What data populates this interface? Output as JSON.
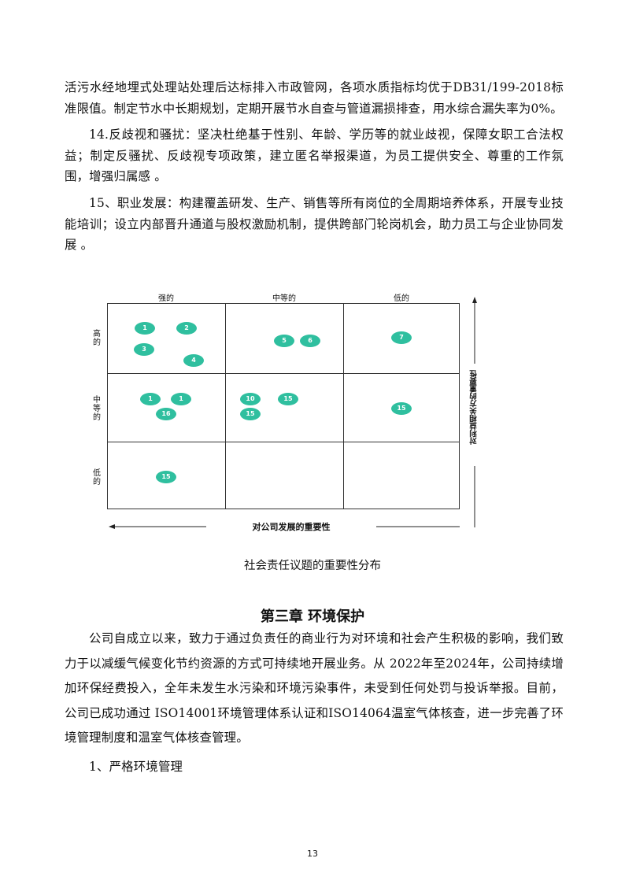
{
  "paragraphs_top": [
    "活污水经地埋式处理站处理后达标排入市政管网，各项水质指标均优于DB31/199-2018标准限值。制定节水中长期规划，定期开展节水自查与管道漏损排查，用水综合漏失率为0%。",
    "14.反歧视和骚扰：坚决杜绝基于性别、年龄、学历等的就业歧视，保障女职工合法权益；制定反骚扰、反歧视专项政策，建立匿名举报渠道，为员工提供安全、尊重的工作氛围，增强归属感 。",
    "15、职业发展：构建覆盖研发、生产、销售等所有岗位的全周期培养体系，开展专业技能培训；设立内部晋升通道与股权激励机制，提供跨部门轮岗机会，助力员工与企业协同发展 。"
  ],
  "chart_data": {
    "type": "scatter",
    "title": "社会责任议题的重要性分布",
    "xlabel": "对公司发展的重要性",
    "ylabel": "对利益相关方的重要性",
    "columns": [
      "强的",
      "中等的",
      "低的"
    ],
    "rows": [
      "高的",
      "中等的",
      "低的"
    ],
    "points": [
      {
        "label": "1",
        "row": "高的",
        "col": "强的"
      },
      {
        "label": "2",
        "row": "高的",
        "col": "强的"
      },
      {
        "label": "3",
        "row": "高的",
        "col": "强的"
      },
      {
        "label": "4",
        "row": "高的",
        "col": "强的"
      },
      {
        "label": "5",
        "row": "高的",
        "col": "中等的"
      },
      {
        "label": "6",
        "row": "高的",
        "col": "中等的"
      },
      {
        "label": "7",
        "row": "高的",
        "col": "低的"
      },
      {
        "label": "1",
        "row": "中等的",
        "col": "强的"
      },
      {
        "label": "1",
        "row": "中等的",
        "col": "强的"
      },
      {
        "label": "16",
        "row": "中等的",
        "col": "强的"
      },
      {
        "label": "10",
        "row": "中等的",
        "col": "中等的"
      },
      {
        "label": "15",
        "row": "中等的",
        "col": "中等的"
      },
      {
        "label": "15",
        "row": "中等的",
        "col": "中等的"
      },
      {
        "label": "15",
        "row": "中等的",
        "col": "低的"
      },
      {
        "label": "15",
        "row": "低的",
        "col": "强的"
      }
    ],
    "bubble_color": "#2fbf9f"
  },
  "heading": "第三章  环境保护",
  "paragraphs_bottom": [
    "公司自成立以来，致力于通过负责任的商业行为对环境和社会产生积极的影响，我们致力于以减缓气候变化节约资源的方式可持续地开展业务。从 2022年至2024年，公司持续增加环保经费投入，全年未发生水污染和环境污染事件，未受到任何处罚与投诉举报。目前，公司已成功通过 ISO14001环境管理体系认证和ISO14064温室气体核查，进一步完善了环境管理制度和温室气体核查管理。",
    "1、严格环境管理"
  ],
  "page_number": "13"
}
